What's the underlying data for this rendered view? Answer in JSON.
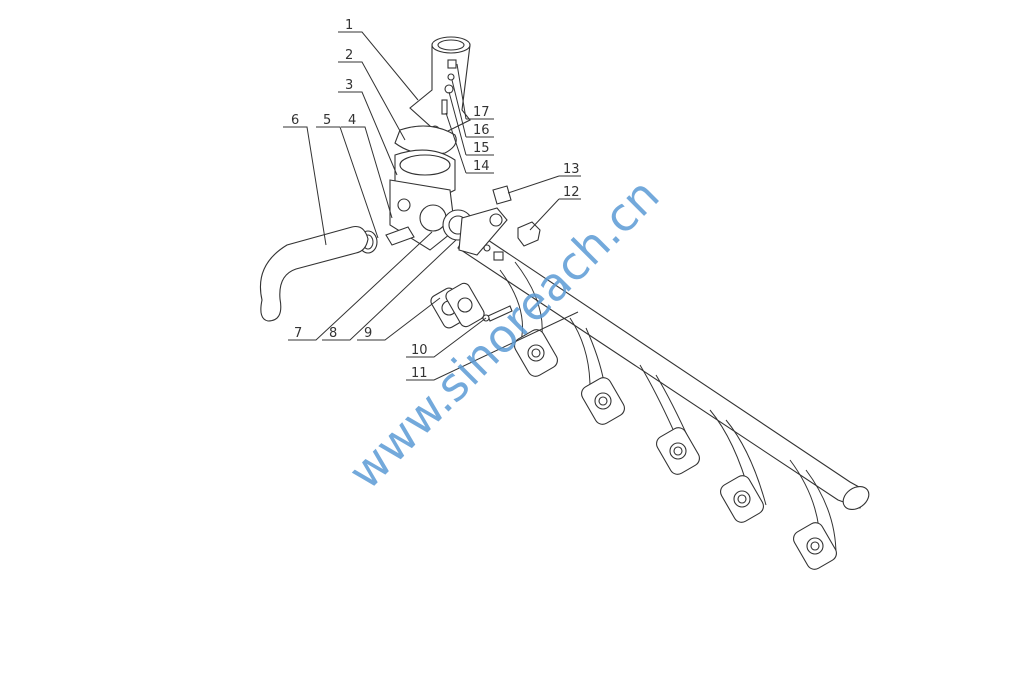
{
  "diagram": {
    "part_labels": [
      "1",
      "2",
      "3",
      "4",
      "5",
      "6",
      "7",
      "8",
      "9",
      "10",
      "11",
      "12",
      "13",
      "14",
      "15",
      "16",
      "17"
    ],
    "watermark": "www.sinoreach.cn",
    "watermark_color": "#5b9bd5"
  }
}
